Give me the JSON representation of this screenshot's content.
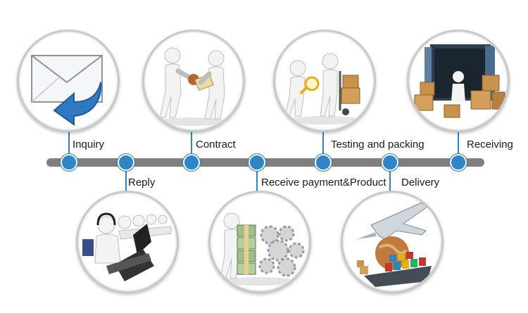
{
  "steps": [
    {
      "label": "Inquiry",
      "icon": "envelope-reply-icon"
    },
    {
      "label": "Reply",
      "icon": "call-center-icon"
    },
    {
      "label": "Contract",
      "icon": "handshake-contract-icon"
    },
    {
      "label": "Receive payment&Product",
      "icon": "money-gears-icon"
    },
    {
      "label": "Testing and packing",
      "icon": "magnifier-handtruck-icon"
    },
    {
      "label": "Delivery",
      "icon": "plane-ship-globe-icon"
    },
    {
      "label": "Receiving",
      "icon": "container-boxes-icon"
    }
  ],
  "colors": {
    "accent": "#2f86c6",
    "timeline": "#7f7f7f",
    "circle_border": "#c9c9c9",
    "box": "#c9924b"
  }
}
